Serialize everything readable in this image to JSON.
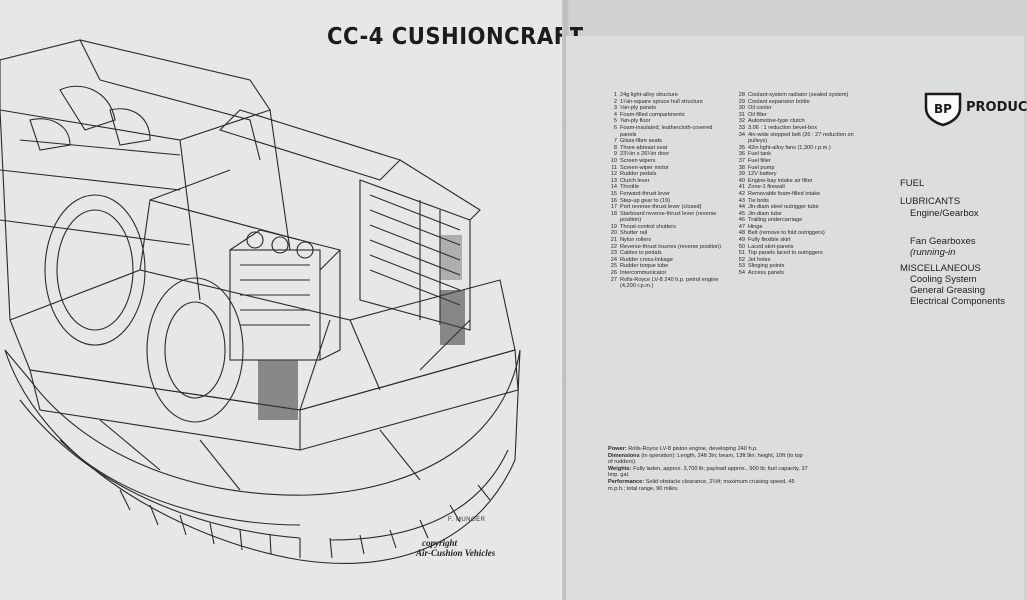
{
  "left_page": {
    "title": "CC-4 CUSHIONCRAFT",
    "artist": "F. MUNGER",
    "copyright_line1": "copyright",
    "copyright_line2": "Air-Cushion Vehicles"
  },
  "parts_left": [
    {
      "num": "1",
      "text": "24g light-alloy structure"
    },
    {
      "num": "2",
      "text": "1¼in-square spruce hull structure"
    },
    {
      "num": "3",
      "text": "⅛in-ply panels"
    },
    {
      "num": "4",
      "text": "Foam-filled compartments"
    },
    {
      "num": "5",
      "text": "⅜in-ply floor"
    },
    {
      "num": "6",
      "text": "Foam-insulated, leathercloth-covered panels"
    },
    {
      "num": "7",
      "text": "Glass-fibre seats"
    },
    {
      "num": "8",
      "text": "Three-abreast seat"
    },
    {
      "num": "9",
      "text": "23½in x 26¼in door"
    },
    {
      "num": "10",
      "text": "Screen wipers"
    },
    {
      "num": "11",
      "text": "Screen-wiper motor"
    },
    {
      "num": "12",
      "text": "Rudder pedals"
    },
    {
      "num": "13",
      "text": "Clutch lever"
    },
    {
      "num": "14",
      "text": "Throttle"
    },
    {
      "num": "15",
      "text": "Forward-thrust lever"
    },
    {
      "num": "16",
      "text": "Step-up gear to (19)"
    },
    {
      "num": "17",
      "text": "Port reverse-thrust lever (closed)"
    },
    {
      "num": "18",
      "text": "Starboard reverse-thrust lever (reverse position)"
    },
    {
      "num": "19",
      "text": "Thrust-control shutters"
    },
    {
      "num": "20",
      "text": "Shutter rail"
    },
    {
      "num": "21",
      "text": "Nylon rollers"
    },
    {
      "num": "22",
      "text": "Reverse-thrust louvres (reverse position)"
    },
    {
      "num": "23",
      "text": "Cables to pedals"
    },
    {
      "num": "24",
      "text": "Rudder cross-linkage"
    },
    {
      "num": "25",
      "text": "Rudder torque tube"
    },
    {
      "num": "26",
      "text": "Intercommunicator"
    },
    {
      "num": "27",
      "text": "Rolls-Royce LV-8 240 h.p. petrol engine (4,200 r.p.m.)"
    }
  ],
  "parts_right": [
    {
      "num": "28",
      "text": "Coolant-system radiator (sealed system)"
    },
    {
      "num": "29",
      "text": "Coolant expansion bottle"
    },
    {
      "num": "30",
      "text": "Oil cooler"
    },
    {
      "num": "31",
      "text": "Oil filler"
    },
    {
      "num": "32",
      "text": "Automotive-type clutch"
    },
    {
      "num": "33",
      "text": "3.06 : 1 reduction bevel-box"
    },
    {
      "num": "34",
      "text": "4in-wide stepped belt (26 : 27 reduction on pulleys)"
    },
    {
      "num": "35",
      "text": "42in light-alloy fans (1,300 r.p.m.)"
    },
    {
      "num": "36",
      "text": "Fuel tank"
    },
    {
      "num": "37",
      "text": "Fuel filler"
    },
    {
      "num": "38",
      "text": "Fuel pump"
    },
    {
      "num": "39",
      "text": "12V battery"
    },
    {
      "num": "40",
      "text": "Engine-bay intake air filter"
    },
    {
      "num": "41",
      "text": "Zone-1 firewall"
    },
    {
      "num": "42",
      "text": "Removable foam-filled intake"
    },
    {
      "num": "43",
      "text": "Tie bolts"
    },
    {
      "num": "44",
      "text": "Jin-diam steel outrigger tube"
    },
    {
      "num": "45",
      "text": "Jin-diam tube"
    },
    {
      "num": "46",
      "text": "Trailing undercarriage"
    },
    {
      "num": "47",
      "text": "Hinge"
    },
    {
      "num": "48",
      "text": "Belt (remove to fold outriggers)"
    },
    {
      "num": "49",
      "text": "Fully flexible skirt"
    },
    {
      "num": "50",
      "text": "Laced skirt-panels"
    },
    {
      "num": "51",
      "text": "Top panels laced to outriggers"
    },
    {
      "num": "52",
      "text": "Jet holes"
    },
    {
      "num": "53",
      "text": "Slinging points"
    },
    {
      "num": "54",
      "text": "Access panels"
    }
  ],
  "specs": [
    {
      "label": "Power:",
      "text": "Rolls-Royce LV-8 piston engine, developing 240 h.p."
    },
    {
      "label": "Dimensions",
      "text": "(in operation): Length, 24ft 3in; beam, 13ft 9in; height, 10ft (to top of rudders)."
    },
    {
      "label": "Weights:",
      "text": "Fully laden, approx. 3,700 lb; payload approx., 900 lb; fuel capacity, 37 Imp. gal."
    },
    {
      "label": "Performance:",
      "text": "Solid obstacle clearance, 2¼ft; maximum cruising speed, 45 m.p.h.; total range, 90 miles."
    }
  ],
  "bp": {
    "logo_text": "BP",
    "heading": "PRODUC",
    "fuel": "FUEL",
    "lubricants": "LUBRICANTS",
    "engine_gearbox": "Engine/Gearbox",
    "fan_gearboxes": "Fan Gearboxes",
    "running_in": "(running-in",
    "misc": "MISCELLANEOUS",
    "cooling": "Cooling System",
    "greasing": "General Greasing",
    "electrical": "Electrical Components"
  },
  "colors": {
    "paper_left": "#e6e7e6",
    "paper_right": "#dcdedd",
    "ink": "#1c1c1c"
  }
}
